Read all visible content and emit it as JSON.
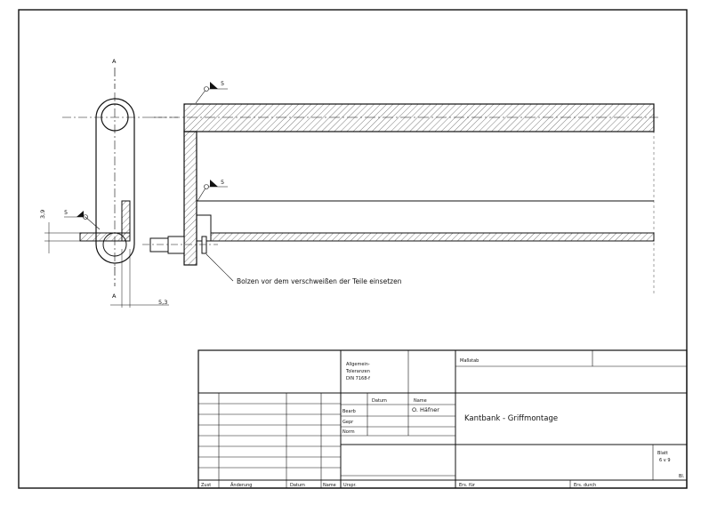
{
  "drawing": {
    "section_label": "A",
    "dim_vertical": "3,9",
    "dim_horizontal": "5,3",
    "weld_size": "5",
    "note": "Bolzen vor dem verschweißen der Teile einsetzen"
  },
  "title_block": {
    "tolerances": [
      "Allgemein-",
      "Toleranzen",
      "DIN 7168-f"
    ],
    "scale_label": "Maßstab",
    "col_date": "Datum",
    "col_name": "Name",
    "row_drawn": "Bearb",
    "row_checked": "Gepr",
    "row_norm": "Norm",
    "drawn_by": "O. Häfner",
    "title": "Kantbank - Griffmontage",
    "sheet_label": "Blatt",
    "sheet_value": "6 v 9",
    "sheet_count": "Bl.",
    "footer": {
      "zust": "Zust",
      "aenderung": "Änderung",
      "datum": "Datum",
      "name": "Name",
      "urspr": "Urspr.",
      "ersfuer": "Ers. für",
      "ersdurch": "Ers. durch"
    }
  }
}
